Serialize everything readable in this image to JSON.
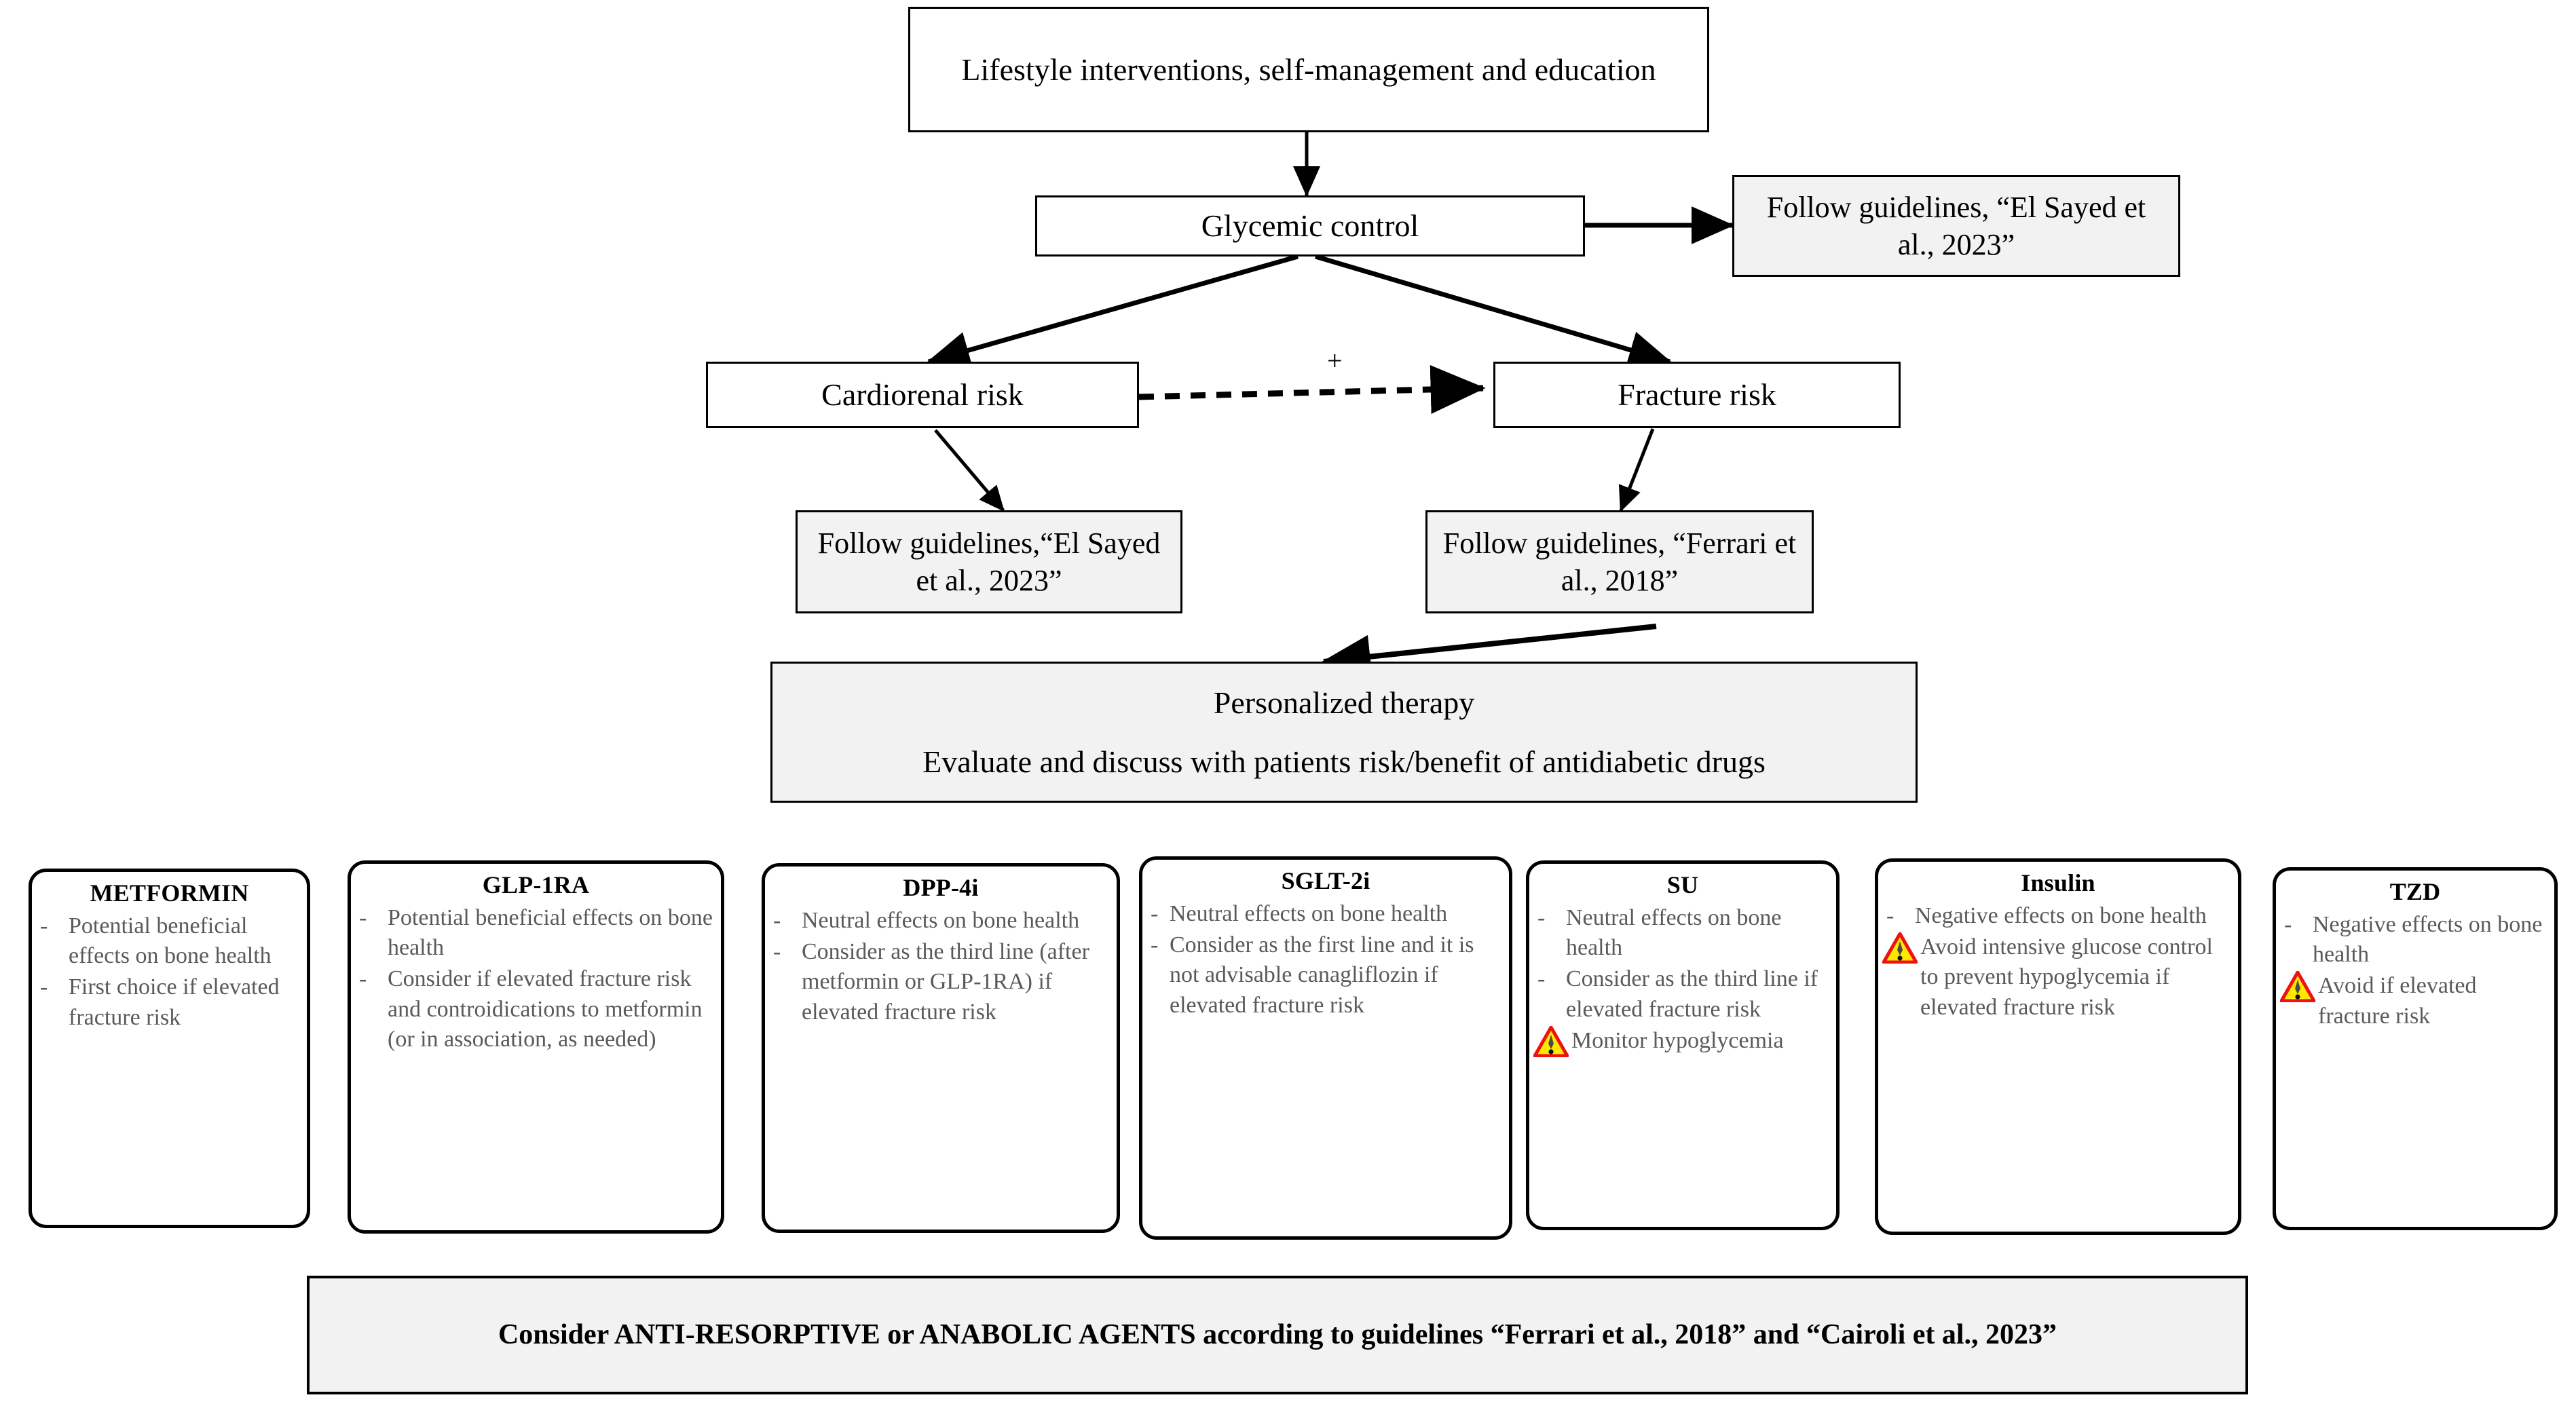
{
  "flow": {
    "nodes": [
      {
        "id": "lifestyle",
        "label": "Lifestyle interventions, self-management and education"
      },
      {
        "id": "glycemic",
        "label": "Glycemic control"
      },
      {
        "id": "guideline_top_right",
        "label": "Follow guidelines, “El Sayed et al., 2023”"
      },
      {
        "id": "cardiorenal",
        "label": "Cardiorenal risk"
      },
      {
        "id": "fracture",
        "label": "Fracture risk"
      },
      {
        "id": "guideline_left",
        "label": "Follow guidelines,“El Sayed et al., 2023”"
      },
      {
        "id": "guideline_right",
        "label": "Follow guidelines, “Ferrari et al., 2018”"
      }
    ],
    "edge_label_plus": "+",
    "personalized": {
      "line1": "Personalized therapy",
      "line2": "Evaluate and discuss with patients risk/benefit of antidiabetic drugs"
    }
  },
  "drug_cards": [
    {
      "title": "METFORMIN",
      "bullets": [
        {
          "marker": "-",
          "text": "Potential beneficial effects on bone health"
        },
        {
          "marker": "-",
          "text": "First choice if elevated fracture risk"
        }
      ]
    },
    {
      "title": "GLP-1RA",
      "bullets": [
        {
          "marker": "-",
          "text": "Potential beneficial effects on bone health"
        },
        {
          "marker": "-",
          "text": "Consider if elevated fracture risk and controidications to metformin (or in association, as needed)"
        }
      ]
    },
    {
      "title": "DPP-4i",
      "bullets": [
        {
          "marker": "-",
          "text": "Neutral effects on bone health"
        },
        {
          "marker": "-",
          "text": "Consider as the third line (after metformin or GLP-1RA) if elevated fracture risk"
        }
      ]
    },
    {
      "title": "SGLT-2i",
      "bullets": [
        {
          "marker": "-",
          "text": "Neutral effects on bone health"
        },
        {
          "marker": "-",
          "text": "Consider as the first line and it is not advisable canagliflozin if elevated fracture risk"
        }
      ]
    },
    {
      "title": "SU",
      "bullets": [
        {
          "marker": "-",
          "text": "Neutral effects on bone health"
        },
        {
          "marker": "-",
          "text": "Consider as the third line if elevated fracture risk"
        },
        {
          "marker": "warning-icon",
          "text": "Monitor hypoglycemia"
        }
      ]
    },
    {
      "title": "Insulin",
      "bullets": [
        {
          "marker": "-",
          "text": "Negative effects on bone health"
        },
        {
          "marker": "warning-icon",
          "text": "Avoid intensive glucose control to prevent hypoglycemia if elevated fracture risk"
        }
      ]
    },
    {
      "title": "TZD",
      "bullets": [
        {
          "marker": "-",
          "text": "Negative effects on bone health"
        },
        {
          "marker": "warning-icon",
          "text": "Avoid if elevated fracture risk"
        }
      ]
    }
  ],
  "bottom_banner": {
    "text": "Consider ANTI-RESORPTIVE or ANABOLIC AGENTS according to guidelines “Ferrari et al., 2018” and “Cairoli et al., 2023”"
  },
  "colors": {
    "box_fill": "#f2f2f2",
    "body_text": "#5a5a5a",
    "warn_triangle": "#ffe800",
    "warn_border": "#ee1111",
    "stroke": "#000000"
  }
}
